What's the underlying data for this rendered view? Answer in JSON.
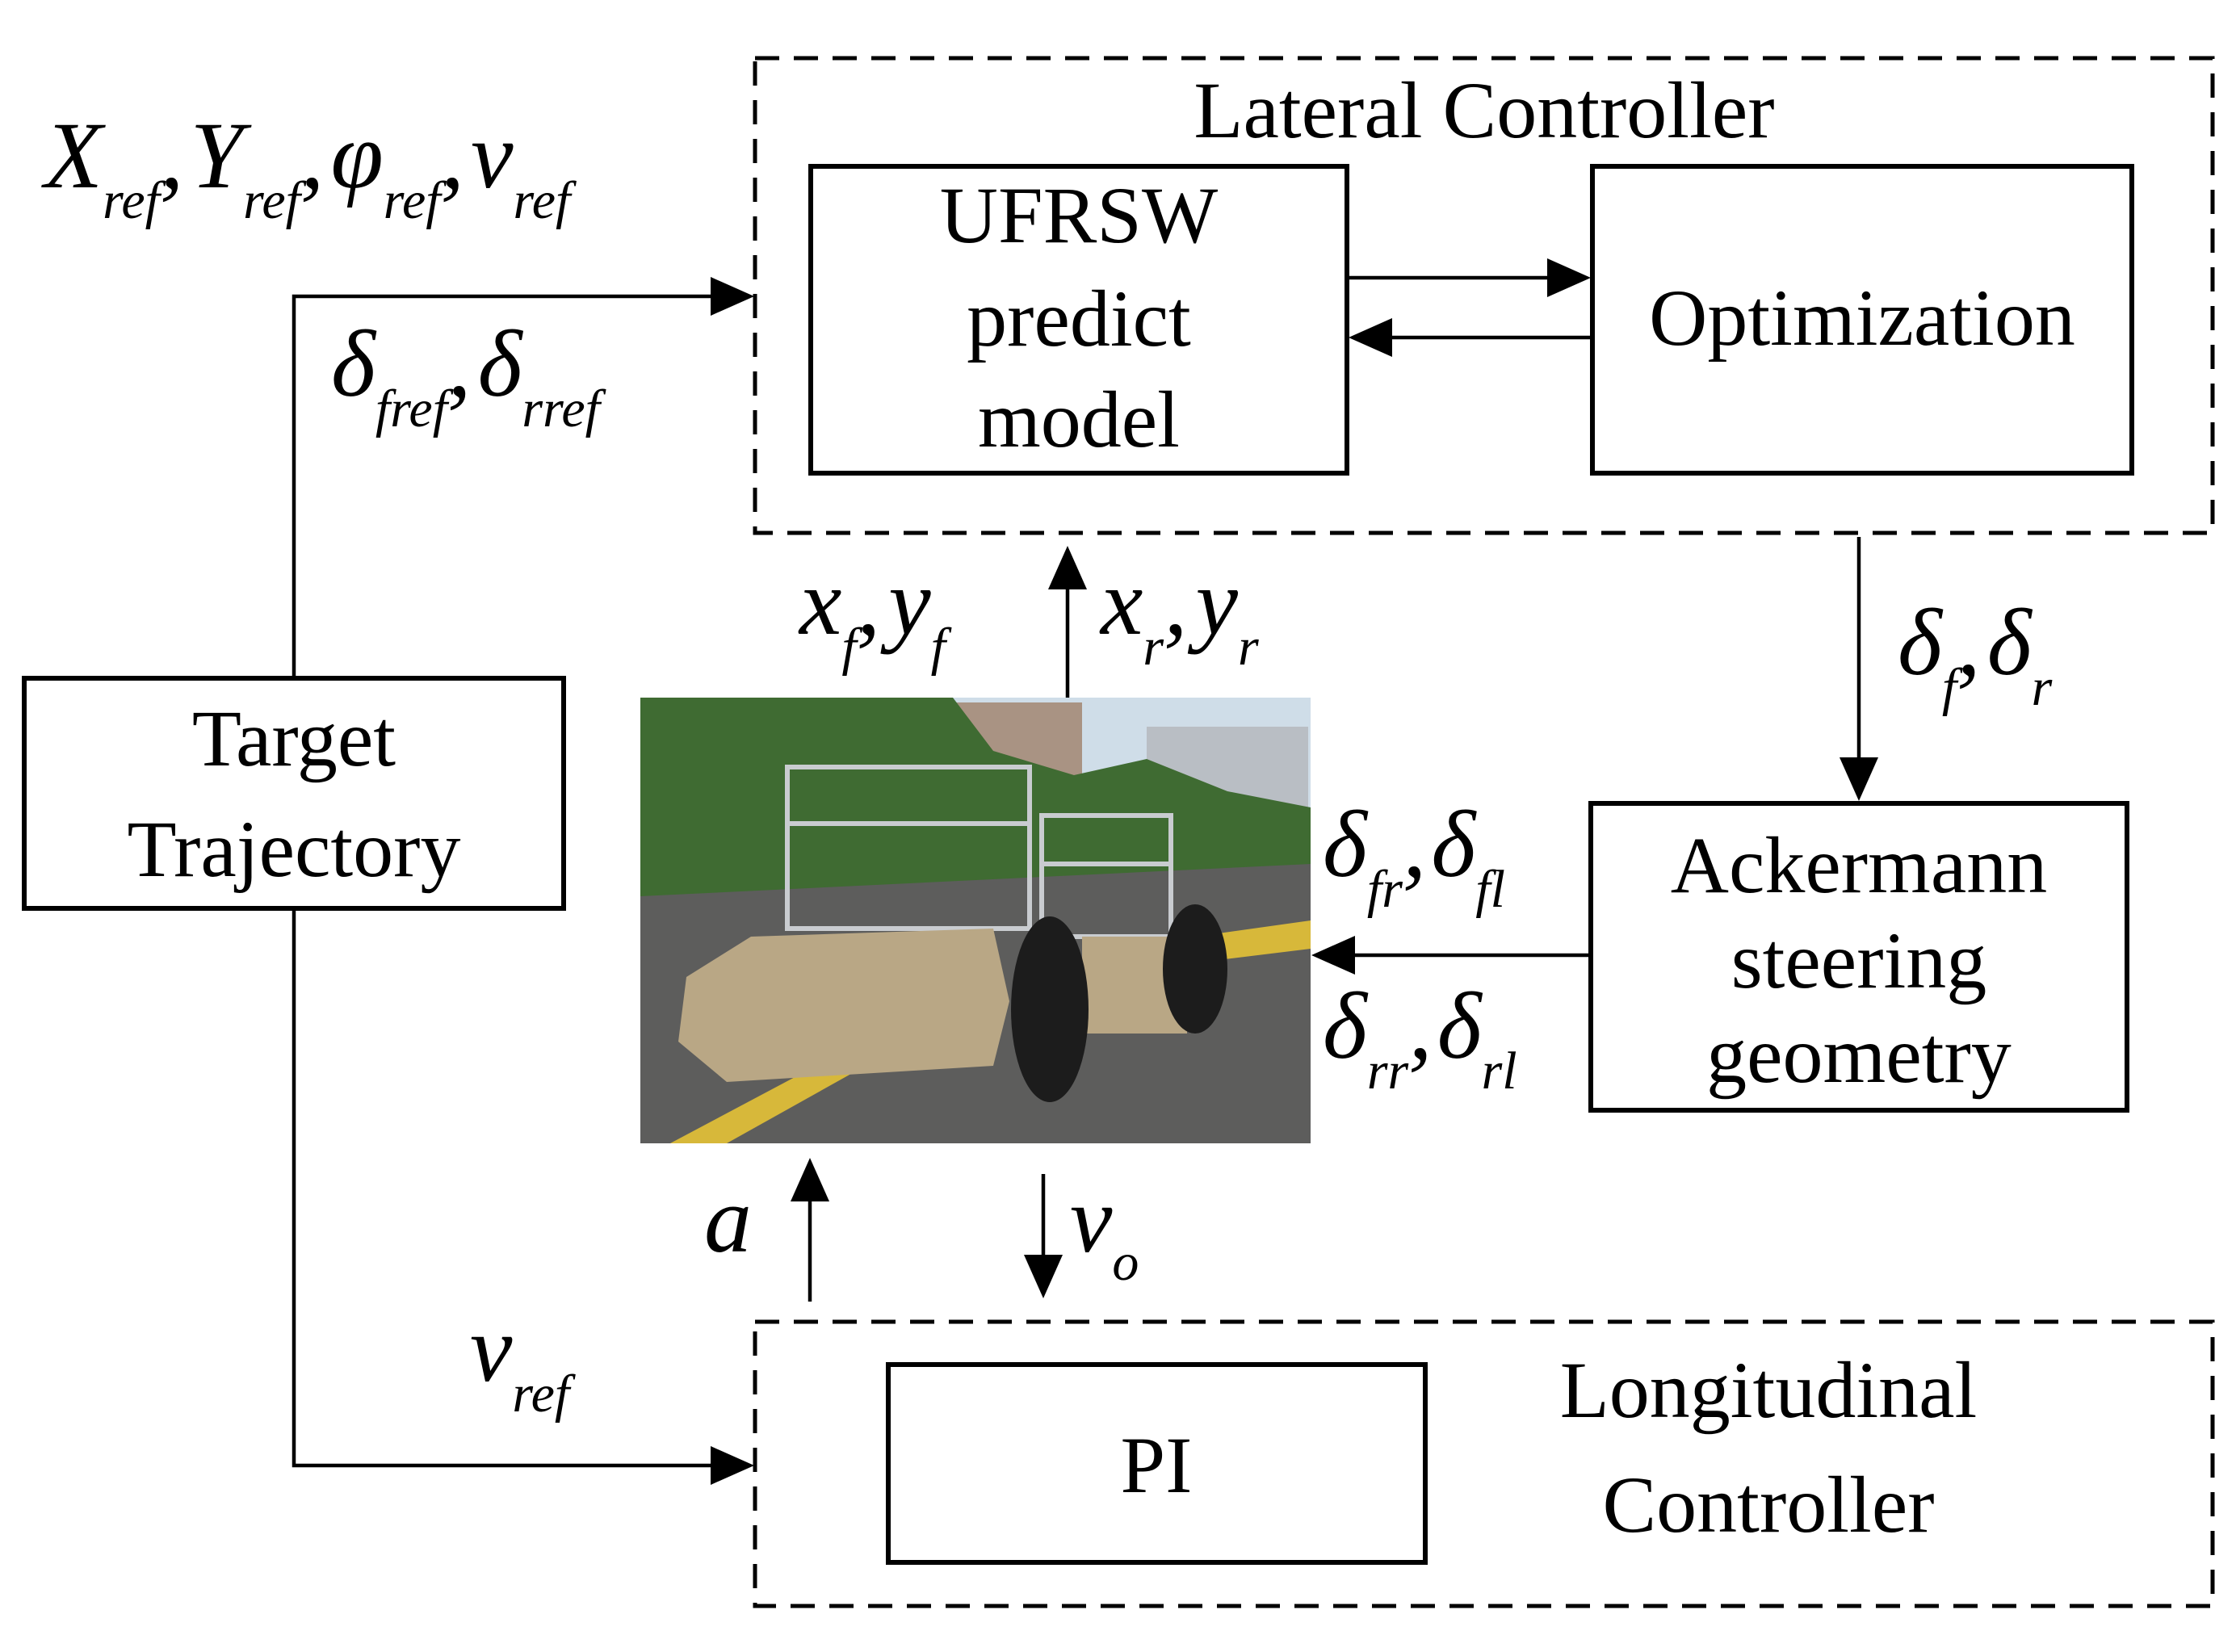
{
  "lateral_controller": {
    "title": "Lateral Controller",
    "predict_model": [
      "UFRSW",
      "predict",
      "model"
    ],
    "optimization": "Optimization"
  },
  "target_trajectory": [
    "Target",
    "Trajectory"
  ],
  "ackermann": [
    "Ackermann",
    "steering",
    "geometry"
  ],
  "longitudinal_controller": {
    "title": [
      "Longitudinal",
      "Controller"
    ],
    "pi": "PI"
  },
  "signals": {
    "reference_inputs": {
      "X": "X",
      "X_sub": "ref",
      "Y": "Y",
      "Y_sub": "ref",
      "phi": "φ",
      "phi_sub": "ref",
      "v": "v",
      "v_sub": "ref"
    },
    "steering_reference": {
      "d1": "δ",
      "d1_sub": "fref",
      "d2": "δ",
      "d2_sub": "rref"
    },
    "axle_positions": {
      "x1": "x",
      "x1_sub": "f",
      "y1": "y",
      "y1_sub": "f",
      "x2": "x",
      "x2_sub": "r",
      "y2": "y",
      "y2_sub": "r"
    },
    "steering_output": {
      "d1": "δ",
      "d1_sub": "f",
      "d2": "δ",
      "d2_sub": "r"
    },
    "front_wheels": {
      "d1": "δ",
      "d1_sub": "fr",
      "d2": "δ",
      "d2_sub": "fl"
    },
    "rear_wheels": {
      "d1": "δ",
      "d1_sub": "rr",
      "d2": "δ",
      "d2_sub": "rl"
    },
    "acceleration": {
      "a": "a"
    },
    "velocity": {
      "v": "v",
      "v_sub": "o"
    },
    "velocity_ref": {
      "v": "v",
      "v_sub": "ref"
    },
    "separator": ","
  },
  "colors": {
    "ink": "#000000",
    "sky": "#cfdde8",
    "trees": "#3f6b32",
    "road": "#5d5d5c",
    "road_marking": "#d7b83a",
    "vehicle_body": "#b9a785",
    "frame": "#c9ccd0"
  }
}
